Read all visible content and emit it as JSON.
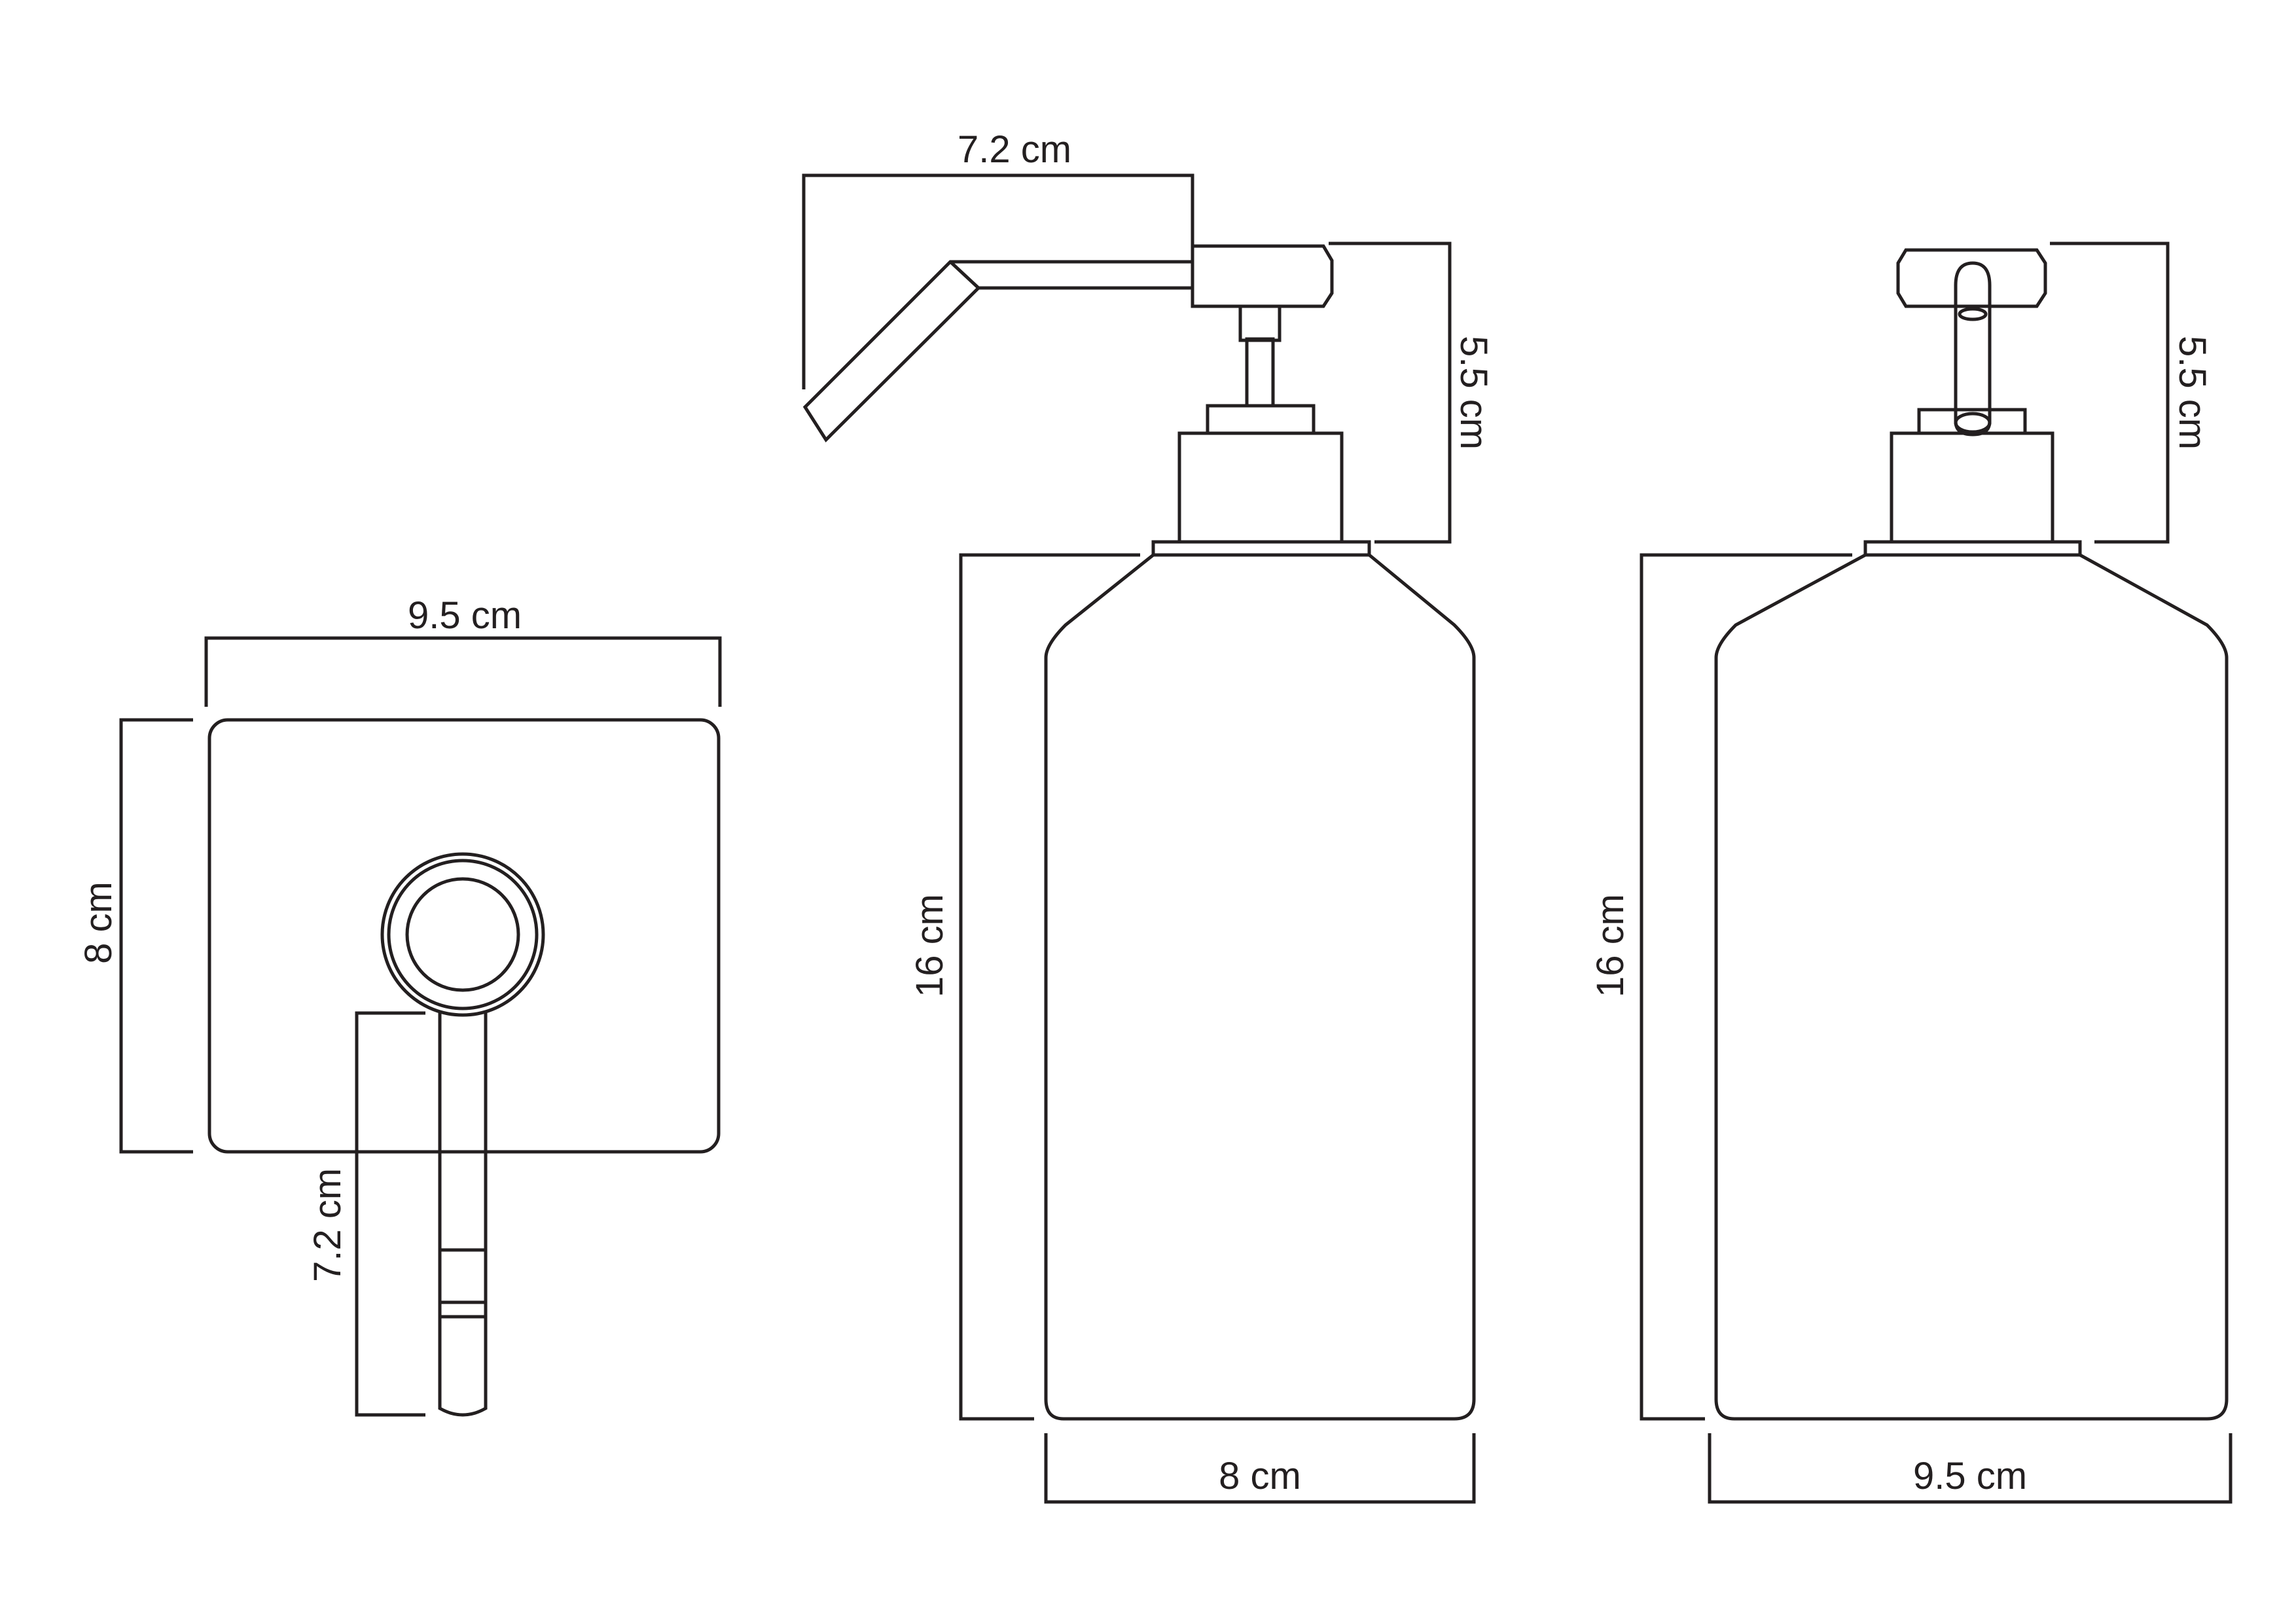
{
  "labels": {
    "top_view_width": "9.5 cm",
    "top_view_depth": "8 cm",
    "top_view_spout": "7.2 cm",
    "side_view_spout_reach": "7.2 cm",
    "side_view_pump_height": "5.5 cm",
    "side_view_bottle_height": "16 cm",
    "side_view_width": "8 cm",
    "front_view_pump_height": "5.5 cm",
    "front_view_bottle_height": "16 cm",
    "front_view_width": "9.5 cm"
  },
  "colors": {
    "line": "#231f20",
    "background": "#ffffff"
  }
}
